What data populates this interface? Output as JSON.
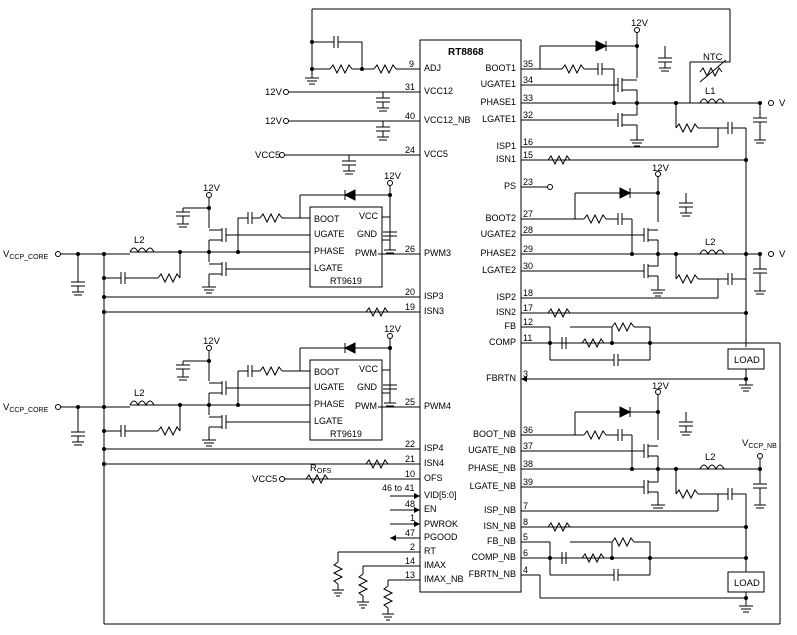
{
  "main_ic": {
    "name": "RT8868",
    "left_pins": [
      {
        "num": "9",
        "label": "ADJ"
      },
      {
        "num": "31",
        "label": "VCC12"
      },
      {
        "num": "40",
        "label": "VCC12_NB"
      },
      {
        "num": "24",
        "label": "VCC5"
      },
      {
        "num": "26",
        "label": "PWM3"
      },
      {
        "num": "20",
        "label": "ISP3"
      },
      {
        "num": "19",
        "label": "ISN3"
      },
      {
        "num": "25",
        "label": "PWM4"
      },
      {
        "num": "22",
        "label": "ISP4"
      },
      {
        "num": "21",
        "label": "ISN4"
      },
      {
        "num": "10",
        "label": "OFS"
      },
      {
        "num": "46 to 41",
        "label": "VID[5:0]"
      },
      {
        "num": "48",
        "label": "EN"
      },
      {
        "num": "1",
        "label": "PWROK"
      },
      {
        "num": "47",
        "label": "PGOOD"
      },
      {
        "num": "2",
        "label": "RT"
      },
      {
        "num": "14",
        "label": "IMAX"
      },
      {
        "num": "13",
        "label": "IMAX_NB"
      }
    ],
    "right_pins": [
      {
        "num": "35",
        "label": "BOOT1"
      },
      {
        "num": "34",
        "label": "UGATE1"
      },
      {
        "num": "33",
        "label": "PHASE1"
      },
      {
        "num": "32",
        "label": "LGATE1"
      },
      {
        "num": "16",
        "label": "ISP1"
      },
      {
        "num": "15",
        "label": "ISN1"
      },
      {
        "num": "23",
        "label": "PS"
      },
      {
        "num": "27",
        "label": "BOOT2"
      },
      {
        "num": "28",
        "label": "UGATE2"
      },
      {
        "num": "29",
        "label": "PHASE2"
      },
      {
        "num": "30",
        "label": "LGATE2"
      },
      {
        "num": "18",
        "label": "ISP2"
      },
      {
        "num": "17",
        "label": "ISN2"
      },
      {
        "num": "12",
        "label": "FB"
      },
      {
        "num": "11",
        "label": "COMP"
      },
      {
        "num": "3",
        "label": "FBRTN"
      },
      {
        "num": "36",
        "label": "BOOT_NB"
      },
      {
        "num": "37",
        "label": "UGATE_NB"
      },
      {
        "num": "38",
        "label": "PHASE_NB"
      },
      {
        "num": "39",
        "label": "LGATE_NB"
      },
      {
        "num": "7",
        "label": "ISP_NB"
      },
      {
        "num": "8",
        "label": "ISN_NB"
      },
      {
        "num": "5",
        "label": "FB_NB"
      },
      {
        "num": "6",
        "label": "COMP_NB"
      },
      {
        "num": "4",
        "label": "FBRTN_NB"
      }
    ]
  },
  "drivers": [
    {
      "name": "RT9619",
      "pins_left": [
        "BOOT",
        "UGATE",
        "PHASE",
        "LGATE"
      ],
      "pins_right": [
        "VCC",
        "GND",
        "PWM"
      ]
    },
    {
      "name": "RT9619",
      "pins_left": [
        "BOOT",
        "UGATE",
        "PHASE",
        "LGATE"
      ],
      "pins_right": [
        "VCC",
        "GND",
        "PWM"
      ]
    }
  ],
  "supplies": {
    "v12": "12V",
    "vcc5": "VCC5",
    "vccp_core_main": "V",
    "vccp_core_sub": "CCP_CORE",
    "vccp_nb_main": "V",
    "vccp_nb_sub": "CCP_NB",
    "v_out_symbol": "V"
  },
  "components": {
    "ntc": "NTC",
    "l1": "L1",
    "l2": "L2",
    "rofs_main": "R",
    "rofs_sub": "OFS",
    "load": "LOAD"
  }
}
